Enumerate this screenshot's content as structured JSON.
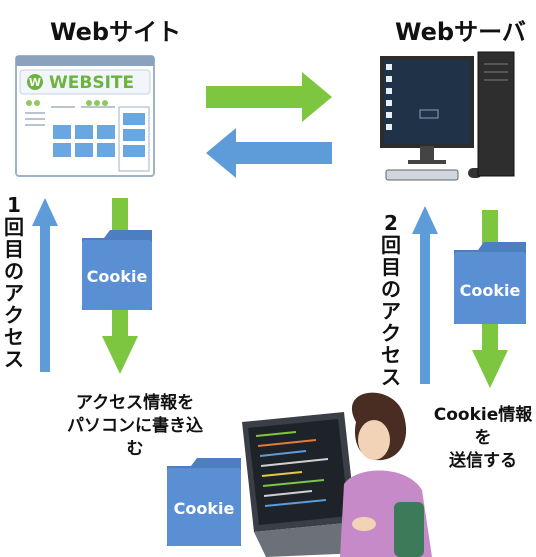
{
  "titles": {
    "website": "Webサイト",
    "server": "Webサーバ"
  },
  "website_mock": {
    "logo_letter": "W",
    "logo_text": "WEBSITE"
  },
  "steps": {
    "first": "1\n回\n目\nの\nア\nク\nセ\nス",
    "second": "2\n回\n目\nの\nア\nク\nセ\nス"
  },
  "folders": {
    "left": "Cookie",
    "right": "Cookie",
    "bottom": "Cookie"
  },
  "captions": {
    "left": [
      "アクセス情報を",
      "パソコンに書き込む"
    ],
    "right": [
      "Cookie情報を",
      "送信する"
    ]
  },
  "colors": {
    "green": "#7dc63f",
    "blue": "#5d9cd8",
    "folder": "#5a8fd3",
    "folder_tab": "#4c7fc0"
  }
}
